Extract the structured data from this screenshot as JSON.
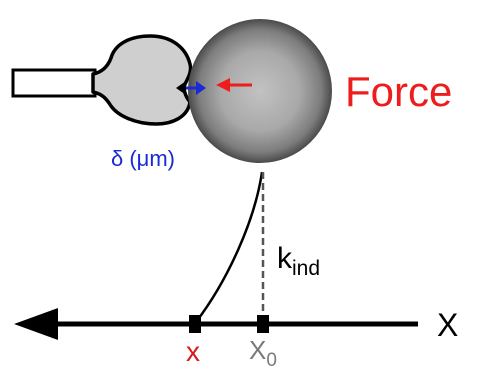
{
  "labels": {
    "force": "Force",
    "delta": "δ (μm)",
    "k_base": "k",
    "k_sub": "ind",
    "axis": "X",
    "x_mark": "x",
    "x0_base": "X",
    "x0_sub": "0"
  },
  "colors": {
    "force": "#ee1c1c",
    "delta": "#1a2ad6",
    "x_mark": "#d91a1a",
    "x0_mark": "#7a7a7a",
    "axis": "#000000",
    "bead_center": "#c2c2c2",
    "bead_edge": "#4a4a4a",
    "cell_fill": "#cfcfcf"
  },
  "icons": {
    "force_arrow": "arrow-left-icon",
    "indentation": "double-arrow-icon",
    "axis_arrow": "arrow-left-icon"
  }
}
